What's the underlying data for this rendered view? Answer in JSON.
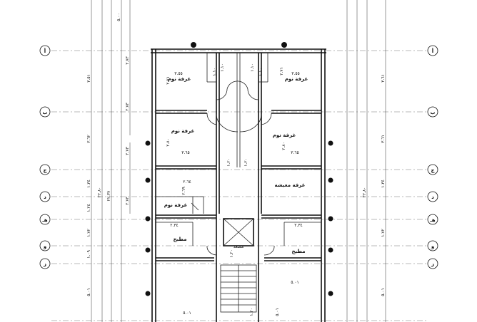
{
  "grid_axes": [
    {
      "label": "أ"
    },
    {
      "label": "ب"
    },
    {
      "label": "ج"
    },
    {
      "label": "د"
    },
    {
      "label": "هـ"
    },
    {
      "label": "و"
    },
    {
      "label": "ز"
    }
  ],
  "rooms": {
    "bedroom_tl": "غرفة نوم",
    "bedroom_tr": "غرفة نوم",
    "bedroom_ml": "غرفة نوم",
    "bedroom_mr": "غرفة نوم",
    "bedroom_small": "غرفة نوم",
    "living": "غرفة معيشة",
    "kitchen_l": "مطبخ",
    "kitchen_r": "مطبخ"
  },
  "dims": {
    "w1": "٣.٥٥",
    "w2": "٣.٥٥",
    "h1": "٢.٧١",
    "h2": "٢.٧١",
    "w3": "٣.٦٥",
    "w4": "٣.٦٥",
    "h3": "٢.٨٠",
    "h4": "٢.٨٠",
    "w5": "٢.٦٤",
    "h5": "٢.٦٩",
    "k1": "٢.٣٤",
    "k2": "٢.٣٤",
    "c1": "١.٢٠",
    "c2": "١.٢٠",
    "c3": "١.٢٠",
    "d1": "١.١٠",
    "d2": "١.١٠",
    "st": "مصعد",
    "s1": "٣.٥١",
    "s2": "٣.٦١",
    "s3": "٣.٦٢",
    "s4": "٣.٦١",
    "s5": "١.٣٤",
    "s6": "١.٣٤",
    "s7": "١.٢٤",
    "s8": "١.٧٢",
    "s9": "١.٠٩",
    "s10": "١.٧٢",
    "s11": "٥.٠١",
    "s12": "٥.٠١",
    "t1": "٢٢.٣٧",
    "t2": "٢٢.٨٠",
    "t3": "٢٢.٨٠",
    "r1": "٢.٧٣",
    "r2": "٢.٧٣",
    "r3": "٢.٧٣",
    "r4": "٢.٧٣",
    "top1": "٥.٠٠",
    "b1": "٥.٠١",
    "b2": "٥.٠١",
    "b3": "١.٢٠"
  }
}
